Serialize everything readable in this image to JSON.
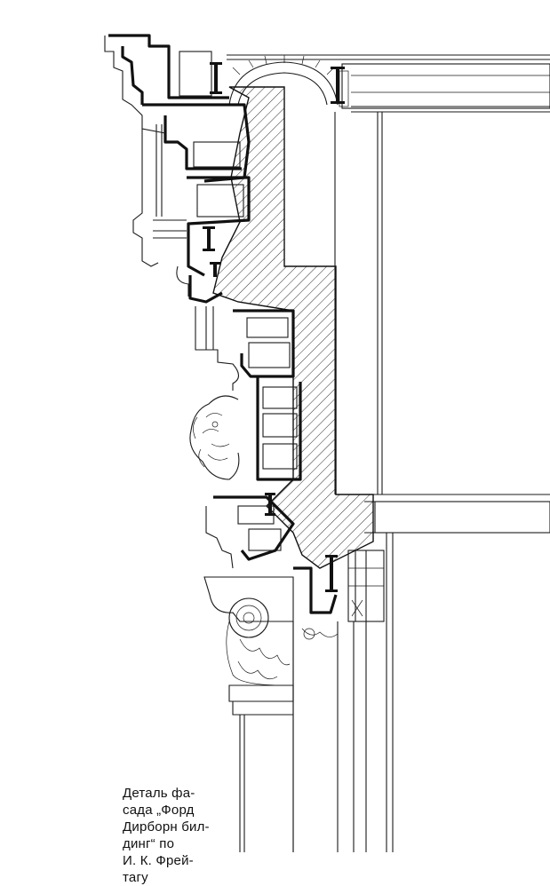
{
  "caption": {
    "line1": "Деталь фа-",
    "line2": "сада „Форд",
    "line3": "Дирборн бил-",
    "line4": "динг“ по",
    "line5": "И. К. Фрей-",
    "line6": "тагу"
  },
  "colors": {
    "ink": "#111111",
    "paper": "#ffffff"
  }
}
